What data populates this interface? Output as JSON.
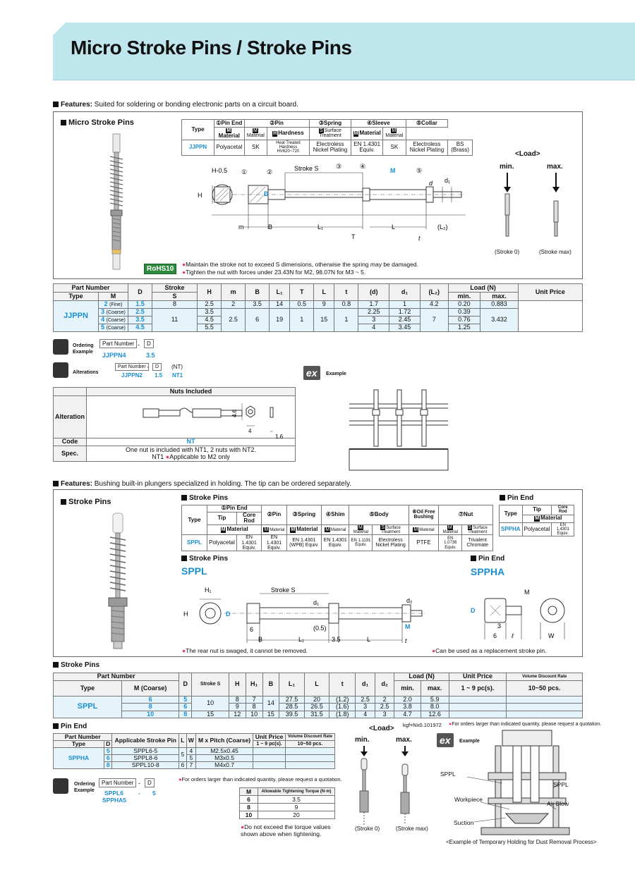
{
  "title": "Micro Stroke Pins / Stroke Pins",
  "sec1": {
    "features_label": "Features:",
    "features_text": "Suited for soldering or bonding electronic parts on a circuit board.",
    "product_label": "Micro Stroke Pins",
    "rohs": "RoHS10",
    "mat": {
      "type_label": "Type",
      "cols": [
        "①Pin End",
        "②Pin",
        "③Spring",
        "④Sleeve",
        "⑤Collar"
      ],
      "subcols": [
        "Material",
        "Material",
        "Hardness",
        "Surface Treatment",
        "Material",
        "Material",
        "Surface Treatment",
        "Material"
      ],
      "row_type": "JJPPN",
      "row": [
        "Polyacetal",
        "SK",
        "Heat Treated Hardness HV620~720",
        "Electroless Nickel Plating",
        "EN 1.4301 Equiv.",
        "SK",
        "Electroless Nickel Plating",
        "BS (Brass)"
      ]
    },
    "load_title": "<Load>",
    "load_min": "min.",
    "load_max": "max.",
    "load_stroke0": "(Stroke 0)",
    "load_strokemax": "(Stroke max)",
    "note1": "Maintain the stroke not to exceed S dimensions, otherwise the spring may be damaged.",
    "note2": "Tighten the nut with forces under 23.43N for M2, 98.07N for M3 ~ 5.",
    "draw_labels": {
      "h05": "H-0.5",
      "stroke": "Stroke S",
      "H": "H",
      "D": "D",
      "M": "M",
      "d": "d",
      "d1": "d₁",
      "m": "m",
      "B": "B",
      "L1": "L₁",
      "L": "L",
      "L2": "(L₂)",
      "T": "T",
      "t": "t",
      "n1": "①",
      "n2": "②",
      "n3": "③",
      "n4": "④",
      "n5": "⑤"
    },
    "spec": {
      "headers1": [
        "Part Number",
        "D",
        "Stroke",
        "H",
        "m",
        "B",
        "L₁",
        "T",
        "L",
        "t",
        "(d)",
        "d₁",
        "(L₂)",
        "Load (N)",
        "Unit Price"
      ],
      "headers2": [
        "Type",
        "M",
        "S",
        "min.",
        "max."
      ],
      "type": "JJPPN",
      "rows": [
        {
          "M": "2",
          "Mq": "(Fine)",
          "D": "1.5",
          "S": "8",
          "H": "2.5",
          "m": "2",
          "B": "3.5",
          "L1": "14",
          "T": "0.5",
          "L": "9",
          "t": "0.8",
          "d": "1.7",
          "d1": "1",
          "L2": "4.2",
          "min": "0.20",
          "max": "0.883"
        },
        {
          "M": "3",
          "Mq": "(Coarse)",
          "D": "2.5",
          "S": "11",
          "H": "3.5",
          "m": "2.5",
          "B": "6",
          "L1": "19",
          "T": "1",
          "L": "15",
          "t": "1",
          "d": "2.25",
          "d1": "1.72",
          "L2": "7",
          "min": "0.39",
          "max": "3.432"
        },
        {
          "M": "4",
          "Mq": "(Coarse)",
          "D": "3.5",
          "H": "4.5",
          "d": "3",
          "d1": "2.45",
          "min": "0.76"
        },
        {
          "M": "5",
          "Mq": "(Coarse)",
          "D": "4.5",
          "H": "5.5",
          "d": "4",
          "d1": "3.45",
          "min": "1.25"
        }
      ]
    },
    "ordering": {
      "label": "Ordering Example",
      "pn": "Part Number",
      "dash": "-",
      "d": "D",
      "ex_pn": "JJPPN4",
      "ex_d": "3.5"
    },
    "alterations": {
      "label": "Alterations",
      "pn": "Part Number",
      "dash": "-",
      "d": "D",
      "nt": "(NT)",
      "ex_pn": "JJPPN2",
      "ex_d": "1.5",
      "ex_nt": "NT1"
    },
    "alt_table": {
      "head": "Nuts Included",
      "row_alt": "Alteration",
      "row_code": "Code",
      "code": "NT",
      "row_spec": "Spec.",
      "spec1": "One nut is included with NT1, 2 nuts with NT2.",
      "spec2a": "NT1",
      "spec2b": "Applicable to M2 only",
      "dim1": "4.6",
      "dim2": "4",
      "dim3": "1.6"
    },
    "example_label": "Example"
  },
  "sec2": {
    "features_label": "Features:",
    "features_text": "Bushing built-in plungers specialized in holding. The tip can be ordered separately.",
    "product_label": "Stroke Pins",
    "mat_title": "Stroke Pins",
    "mat": {
      "type_label": "Type",
      "cols": [
        "①Pin End",
        "②Pin",
        "③Spring",
        "④Shim",
        "⑤Body",
        "⑥Oil Free Bushing",
        "⑦Nut"
      ],
      "sub_tip": "Tip",
      "sub_core": "Core Rod",
      "subcols": [
        "Material",
        "Material",
        "Material",
        "Material",
        "Material",
        "Surface Treatment",
        "Material",
        "Material",
        "Surface Treatment"
      ],
      "row_type": "SPPL",
      "row": [
        "Polyacetal",
        "EN 1.4301 Equiv.",
        "EN 1.4301 Equiv.",
        "EN 1.4301 (WPB) Equiv.",
        "EN 1.4301 Equiv.",
        "EN 1.1191 Equiv.",
        "Electroless Nickel Plating",
        "PTFE",
        "EN 1.0736 Equiv.",
        "Trivalent Chromate"
      ]
    },
    "pinend": {
      "title": "Pin End",
      "type_label": "Type",
      "tip": "Tip",
      "core": "Core Rod",
      "material": "Material",
      "row_type": "SPPHA",
      "row_tip": "Polyacetal",
      "row_core": "EN 1.4301 Equiv."
    },
    "draw_title_left": "Stroke Pins",
    "draw_sppl": "SPPL",
    "draw_title_right": "Pin End",
    "draw_sppha": "SPPHA",
    "draw_labels": {
      "H1": "H₁",
      "stroke": "Stroke S",
      "H": "H",
      "D": "D",
      "d1": "d₁",
      "d2": "d₂",
      "M": "M",
      "six": "6",
      "B": "B",
      "L1": "L₁",
      "half": "(0.5)",
      "l35": "3.5",
      "L": "L",
      "t": "t",
      "three": "3",
      "six2": "6",
      "ell": "ℓ",
      "W": "W"
    },
    "note_swaged": "The rear nut is swaged, it cannot be removed.",
    "note_replace": "Can be used as a replacement stroke pin.",
    "spec_title": "Stroke Pins",
    "spec": {
      "h_pn": "Part Number",
      "h_type": "Type",
      "h_M": "M (Coarse)",
      "h_D": "D",
      "h_S": "Stroke S",
      "h_H": "H",
      "h_H1": "H₁",
      "h_B": "B",
      "h_L1": "L₁",
      "h_L": "L",
      "h_t": "t",
      "h_d1": "d₁",
      "h_d2": "d₂",
      "h_load": "Load (N)",
      "h_min": "min.",
      "h_max": "max.",
      "h_up": "Unit Price",
      "h_vd": "Volume Discount Rate",
      "h_19": "1 ~ 9 pc(s).",
      "h_1050": "10~50 pcs.",
      "type": "SPPL",
      "rows": [
        {
          "M": "6",
          "D": "5",
          "S": "10",
          "H": "8",
          "H1": "7",
          "B": "14",
          "L1": "27.5",
          "L": "20",
          "t": "(1.2)",
          "d1": "2.5",
          "d2": "2",
          "min": "2.0",
          "max": "5.9"
        },
        {
          "M": "8",
          "D": "6",
          "H": "9",
          "H1": "8",
          "L1": "28.5",
          "L": "26.5",
          "t": "(1.6)",
          "d1": "3",
          "d2": "2.5",
          "min": "3.8",
          "max": "8.0"
        },
        {
          "M": "10",
          "D": "8",
          "S": "15",
          "H": "12",
          "H1": "10",
          "B": "15",
          "L1": "39.5",
          "L": "31.5",
          "t": "(1.8)",
          "d1": "4",
          "d2": "3",
          "min": "4.7",
          "max": "12.6"
        }
      ]
    },
    "pe_title": "Pin End",
    "pe": {
      "h_pn": "Part Number",
      "h_type": "Type",
      "h_D": "D",
      "h_app": "Applicable Stroke Pin",
      "h_L": "L",
      "h_W": "W",
      "h_pitch": "M x Pitch (Coarse)",
      "h_up": "Unit Price",
      "h_vd": "Volume Discount Rate",
      "h_19": "1 ~ 9 pc(s).",
      "h_1050": "10~50 pcs.",
      "type": "SPPHA",
      "rows": [
        {
          "D": "5",
          "app": "SPPL6-5",
          "L": "5",
          "W": "4",
          "pitch": "M2.5x0.45"
        },
        {
          "D": "6",
          "app": "SPPL8-6",
          "W": "5",
          "pitch": "M3x0.5"
        },
        {
          "D": "8",
          "app": "SPPL10-8",
          "L": "6",
          "W": "7",
          "pitch": "M4x0.7"
        }
      ],
      "qty_note": "For orders larger than indicated quantity, please request a quotation."
    },
    "ordering": {
      "label": "Ordering Example",
      "pn": "Part Number",
      "dash": "-",
      "d": "D",
      "ex1": "SPPL6",
      "ex2": "SPPHA5",
      "exd": "5"
    },
    "torque": {
      "h_M": "M",
      "h_t": "Allowable Tightening Torque (N·m)",
      "rows": [
        [
          "6",
          "3.5"
        ],
        [
          "8",
          "9"
        ],
        [
          "10",
          "20"
        ]
      ],
      "note": "Do not exceed the torque values shown above when tightening."
    },
    "load": {
      "title": "<Load>",
      "unit": "kgf=Nx0.101972",
      "min": "min.",
      "max": "max.",
      "s0": "(Stroke 0)",
      "smax": "(Stroke max)"
    },
    "qty_note2": "For orders larger than indicated quantity, please request a quotation.",
    "example_label": "Example",
    "ex_labels": {
      "sppl1": "SPPL",
      "sppl2": "SPPL",
      "work": "Workpiece",
      "air": "Air Blow",
      "suction": "Suction"
    },
    "ex_caption": "<Example of Temporary Holding for Dust Removal Process>"
  },
  "colors": {
    "header_bg": "#bfe6ec",
    "accent_blue": "#1a8fd0",
    "note_pink": "#e0407a",
    "highlight_row": "#e4f4fa"
  }
}
